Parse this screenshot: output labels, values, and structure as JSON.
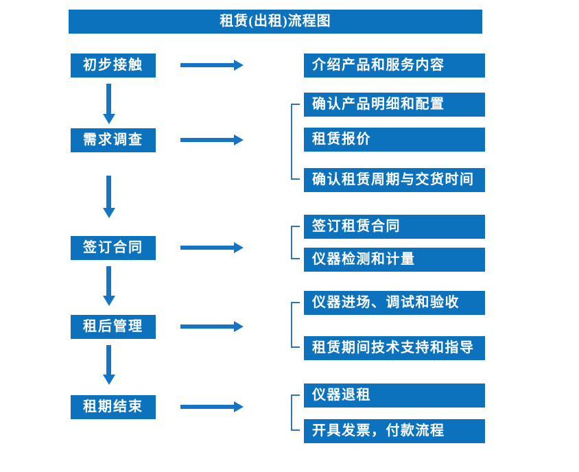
{
  "title": "租赁(出租)流程图",
  "colors": {
    "box_blue": "#0c72be",
    "arrow_blue": "#1575c5",
    "bracket_blue": "#2e75b6",
    "text_white": "#ffffff"
  },
  "flow": {
    "steps": [
      {
        "label": "初步接触",
        "details": [
          "介绍产品和服务内容"
        ]
      },
      {
        "label": "需求调查",
        "details": [
          "确认产品明细和配置",
          "租赁报价",
          "确认租赁周期与交货时间"
        ]
      },
      {
        "label": "签订合同",
        "details": [
          "签订租赁合同",
          "仪器检测和计量"
        ]
      },
      {
        "label": "租后管理",
        "details": [
          "仪器进场、调试和验收",
          "租赁期间技术支持和指导"
        ]
      },
      {
        "label": "租期结束",
        "details": [
          "仪器退租",
          "开具发票，付款流程"
        ]
      }
    ]
  }
}
